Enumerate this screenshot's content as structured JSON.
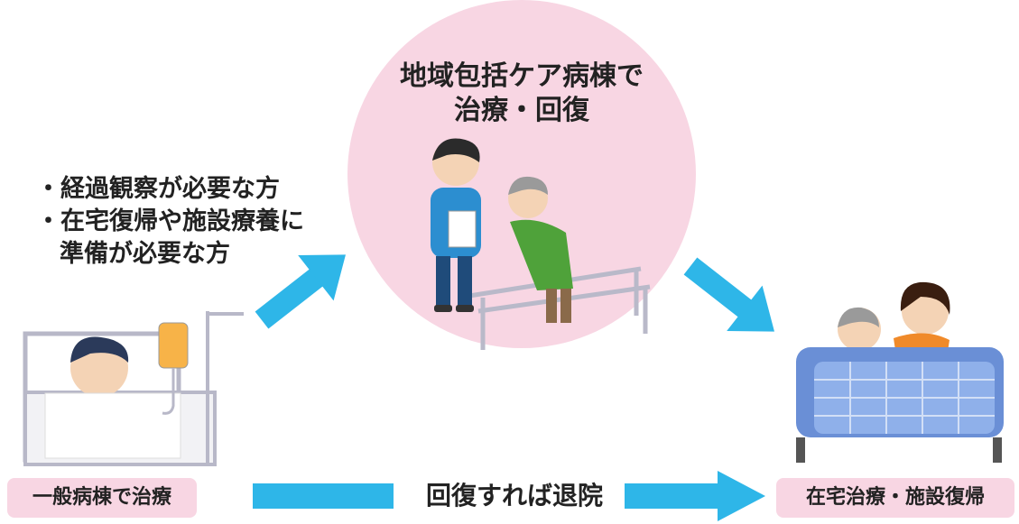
{
  "circle": {
    "title_line1": "地域包括ケア病棟で",
    "title_line2": "治療・回復"
  },
  "bullets": [
    "・経過観察が必要な方",
    "・在宅復帰や施設療養に",
    "準備が必要な方"
  ],
  "labels": {
    "left": "一般病棟で治療",
    "right": "在宅治療・施設復帰",
    "bottom_arrow": "回復すれば退院"
  },
  "colors": {
    "circle": "#f8d6e3",
    "arrow": "#2eb6e8",
    "label_box": "#f8d6e3"
  },
  "icons": [
    "patient-bed-icon",
    "iv-drip-icon",
    "rehab-staff-icon",
    "elderly-walker-icon",
    "home-care-bed-icon"
  ]
}
